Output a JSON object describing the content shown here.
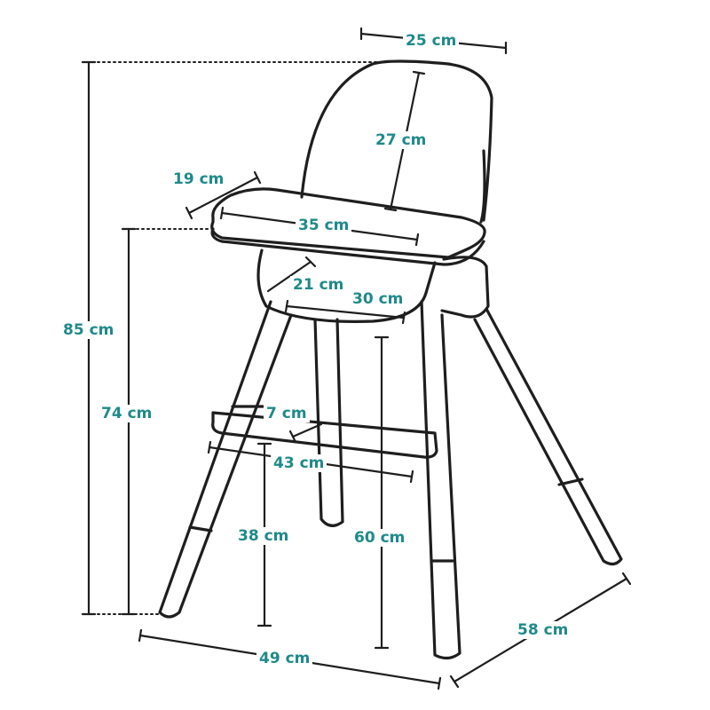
{
  "dimensions": {
    "backrest_width": "25 cm",
    "backrest_height": "27 cm",
    "tray_depth": "19 cm",
    "tray_width": "35 cm",
    "seat_depth": "21 cm",
    "seat_width": "30 cm",
    "total_height": "85 cm",
    "tray_height": "74 cm",
    "footrest_depth": "7 cm",
    "footrest_width": "43 cm",
    "footrest_height": "38 cm",
    "seat_height": "60 cm",
    "base_width": "49 cm",
    "base_depth": "58 cm"
  },
  "colors": {
    "label": "#1f8a8a",
    "line": "#1e1e1e"
  }
}
